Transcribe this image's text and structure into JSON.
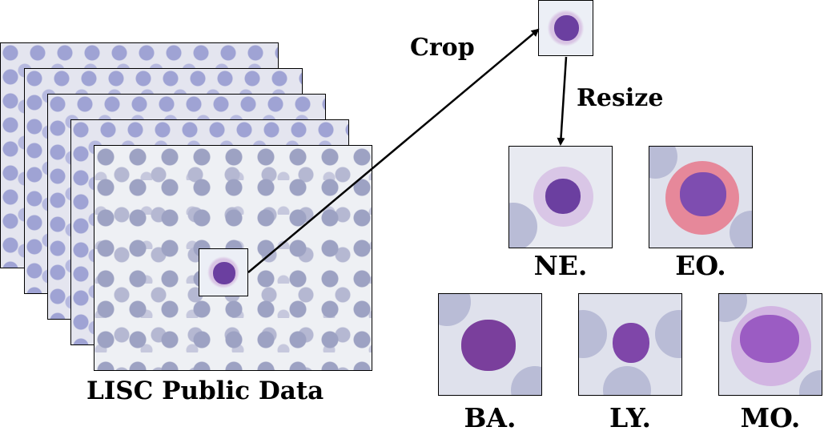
{
  "dataset_label": "LISC Public Data",
  "steps": {
    "crop": "Crop",
    "resize": "Resize"
  },
  "classes": {
    "ne": "NE.",
    "eo": "EO.",
    "ba": "BA.",
    "ly": "LY.",
    "mo": "MO."
  },
  "colors": {
    "background": "#ffffff",
    "outline": "#000000",
    "nucleus": "#6b3fa0",
    "eosinophil_cytoplasm": "#e6889a",
    "red_blood_cell": "#b9bcd6"
  }
}
